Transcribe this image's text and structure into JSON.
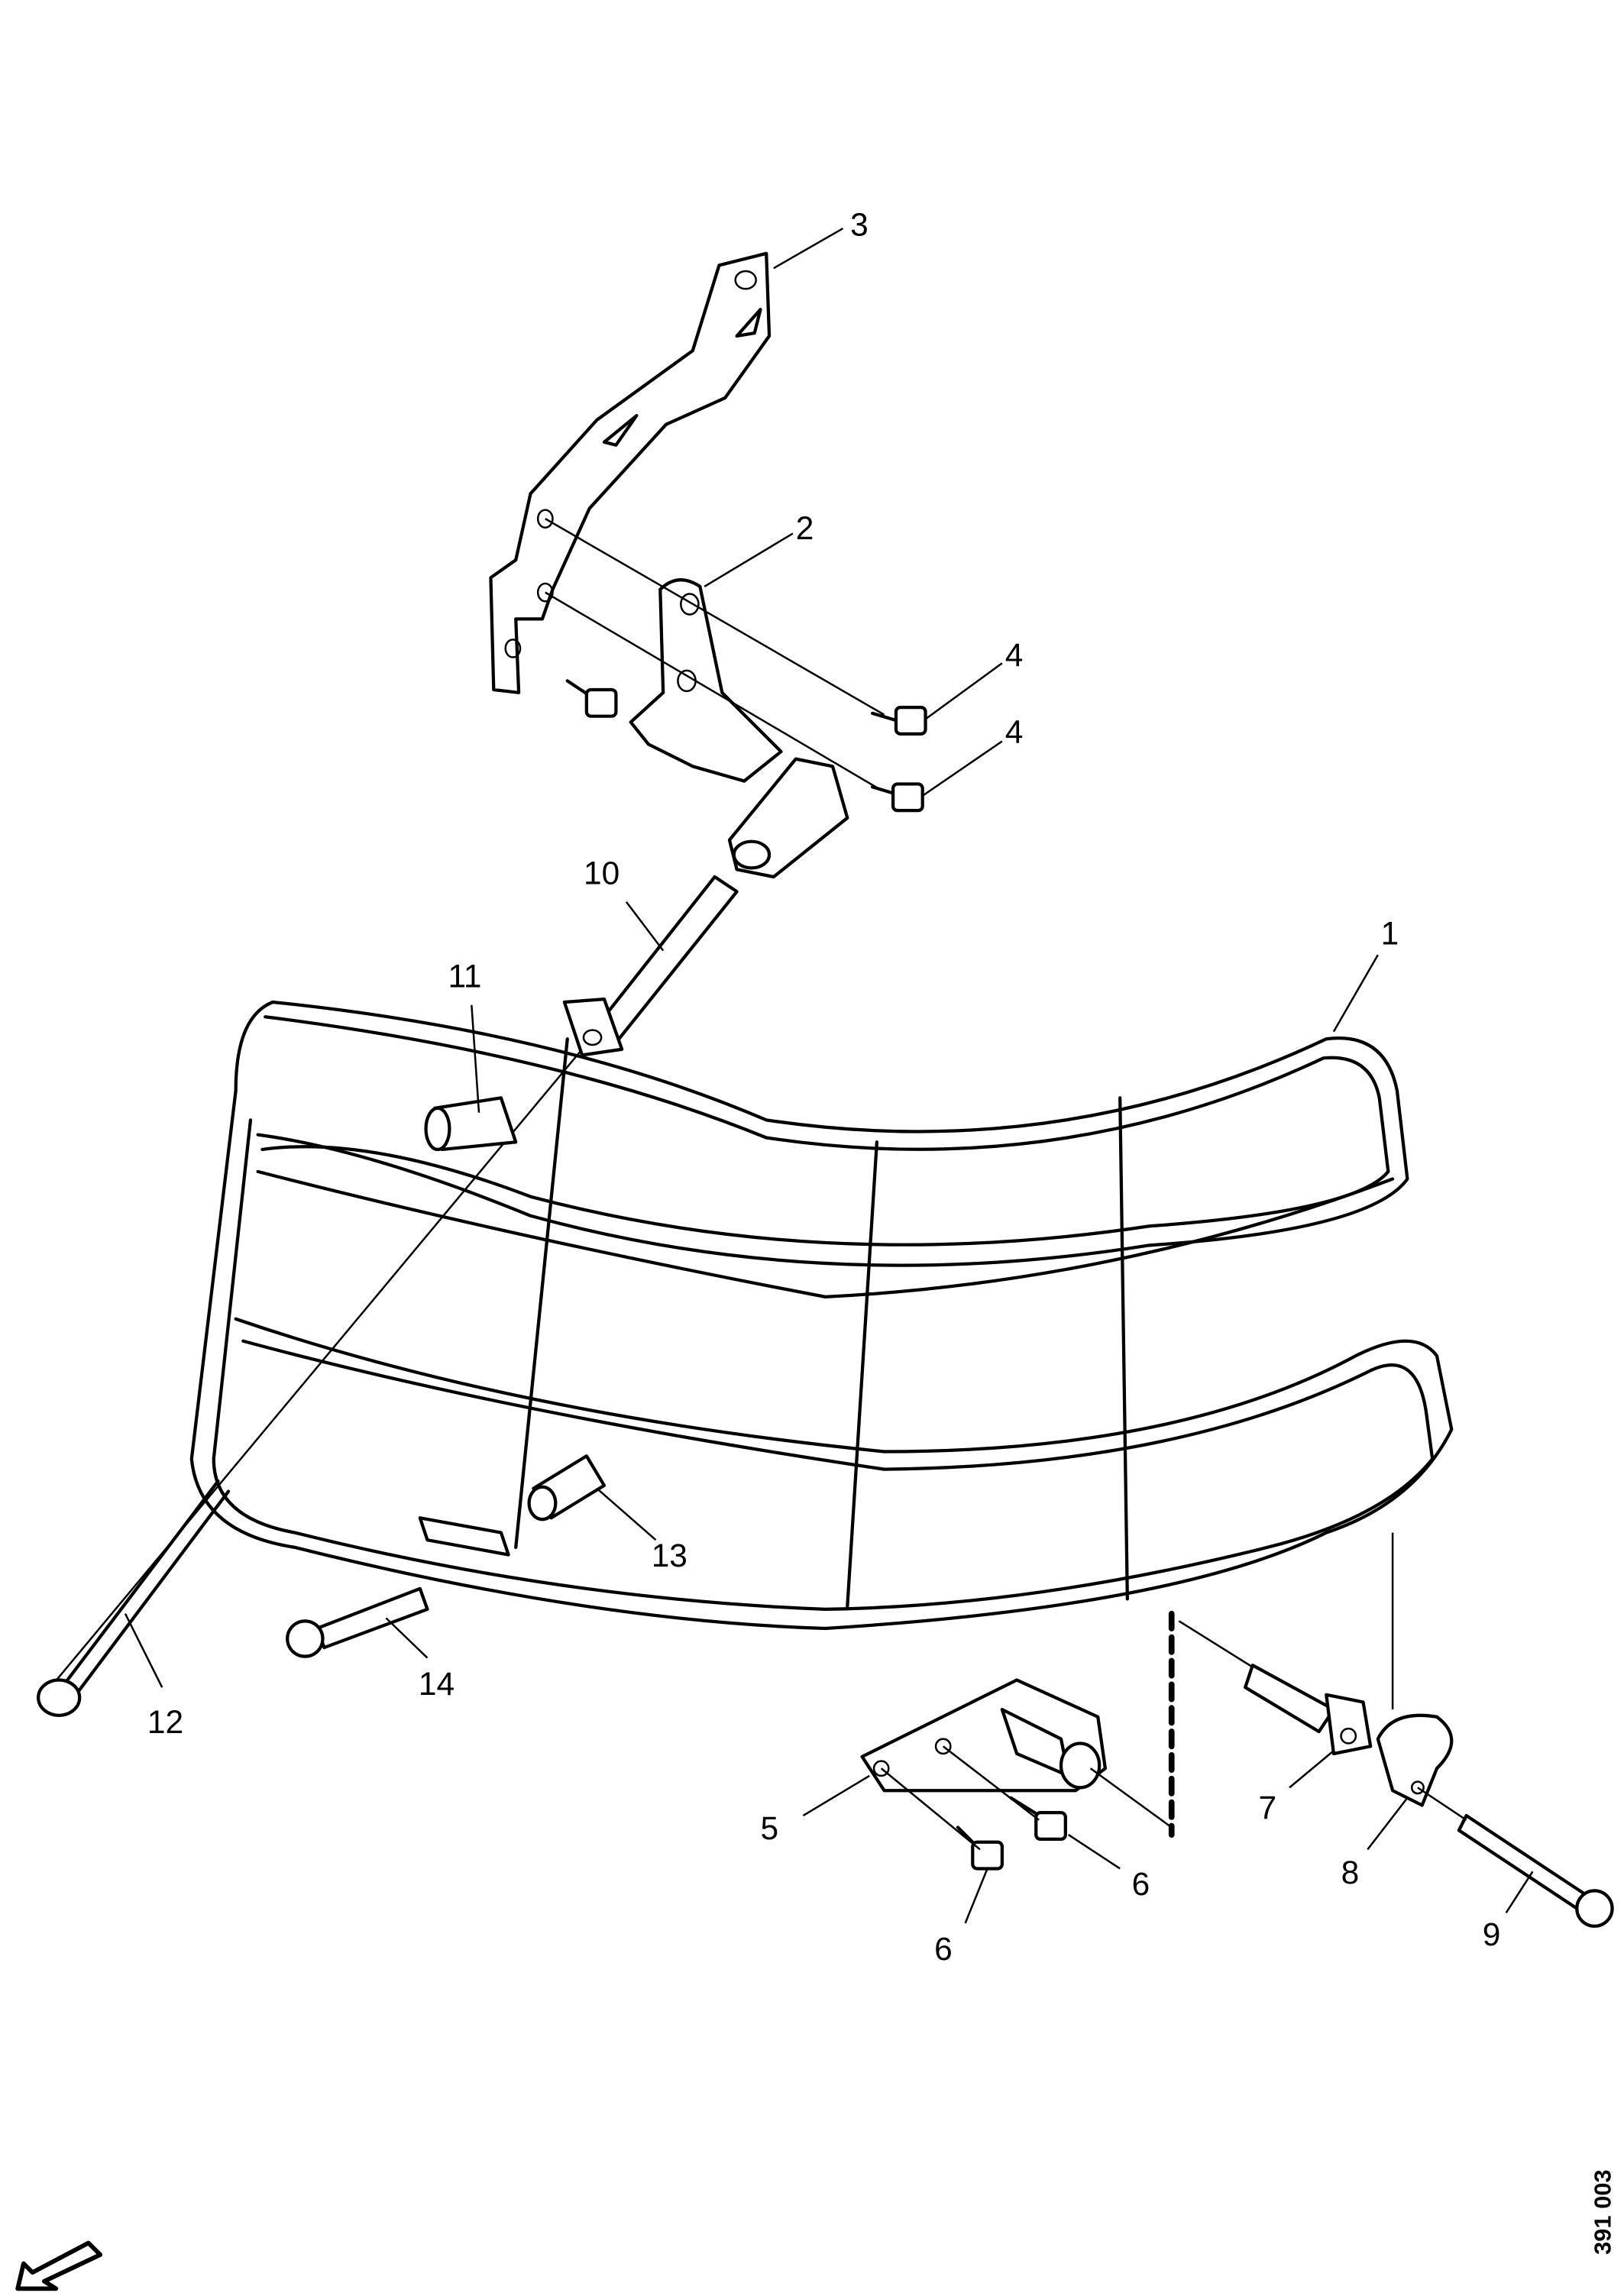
{
  "diagram": {
    "drawing_number": "391 003",
    "callouts": [
      {
        "id": "c3",
        "label": "3"
      },
      {
        "id": "c2",
        "label": "2"
      },
      {
        "id": "c4a",
        "label": "4"
      },
      {
        "id": "c4b",
        "label": "4"
      },
      {
        "id": "c10",
        "label": "10"
      },
      {
        "id": "c1",
        "label": "1"
      },
      {
        "id": "c11",
        "label": "11"
      },
      {
        "id": "c13",
        "label": "13"
      },
      {
        "id": "c12",
        "label": "12"
      },
      {
        "id": "c14",
        "label": "14"
      },
      {
        "id": "c5",
        "label": "5"
      },
      {
        "id": "c6a",
        "label": "6"
      },
      {
        "id": "c6b",
        "label": "6"
      },
      {
        "id": "c7",
        "label": "7"
      },
      {
        "id": "c8",
        "label": "8"
      },
      {
        "id": "c9",
        "label": "9"
      }
    ]
  }
}
